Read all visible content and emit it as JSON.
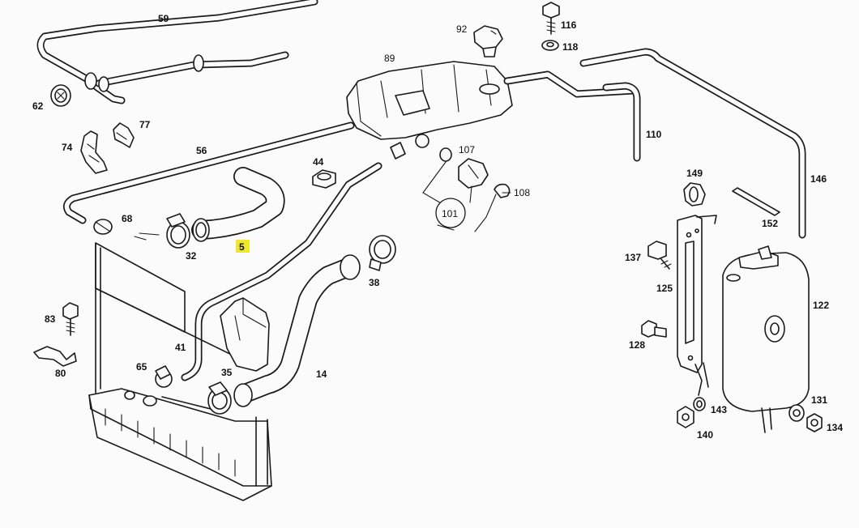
{
  "highlight_color": "#f0e62a",
  "line_color": "#1a1a1a",
  "labels": {
    "p59": "59",
    "p62": "62",
    "p77": "77",
    "p74": "74",
    "p56": "56",
    "p68": "68",
    "p32": "32",
    "p5": "5",
    "p44": "44",
    "p38": "38",
    "p83": "83",
    "p80": "80",
    "p41": "41",
    "p65": "65",
    "p35": "35",
    "p14": "14",
    "p89": "89",
    "p92": "92",
    "p116": "116",
    "p118": "118",
    "p107": "107",
    "p108": "108",
    "p101": "101",
    "p110": "110",
    "p149": "149",
    "p152": "152",
    "p146": "146",
    "p137": "137",
    "p125": "125",
    "p122": "122",
    "p128": "128",
    "p143": "143",
    "p140": "140",
    "p131": "131",
    "p134": "134"
  }
}
